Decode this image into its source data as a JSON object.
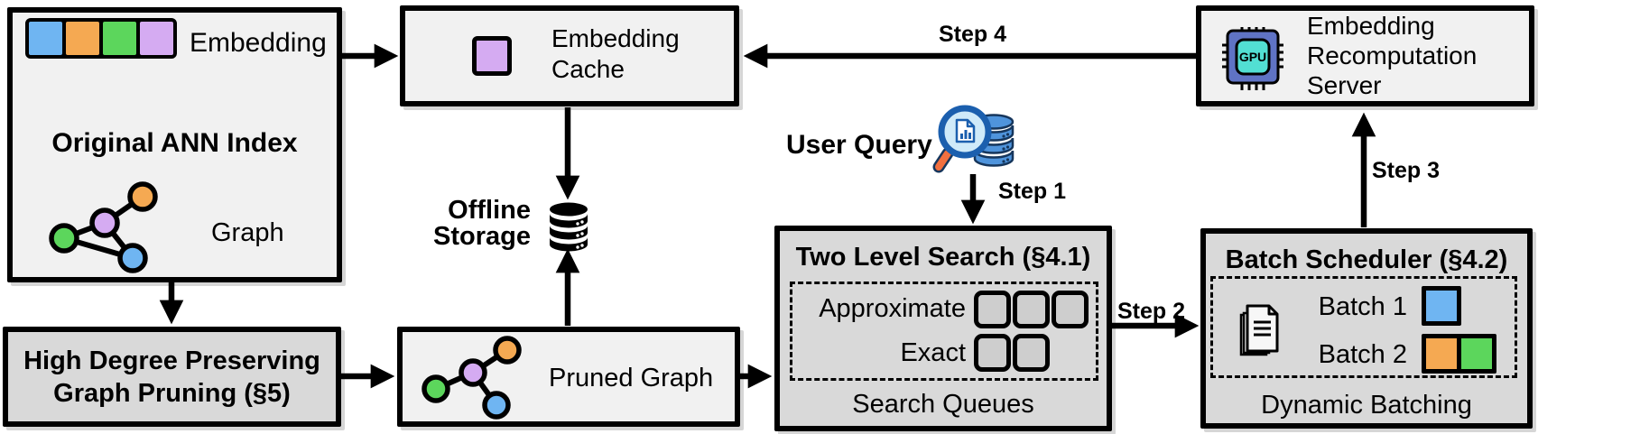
{
  "palette": {
    "blue": "#6FB5F2",
    "orange": "#F5A952",
    "green": "#5CD65C",
    "purple": "#D5ABF2",
    "box_light": "#F1F1F1",
    "box_gray": "#D9D9D9",
    "queue_square_fill": "#CECECE",
    "gpu_chip": "#5F73C4",
    "gpu_core": "#52DFD3",
    "query_db_blue": "#4F94DC",
    "magnifier_lens": "#CFEAF9",
    "magnifier_handle": "#F2703F",
    "arrow_black": "#000000"
  },
  "ann_index": {
    "title": "Original ANN Index",
    "embedding_label": "Embedding",
    "graph_label": "Graph"
  },
  "embedding_cache": {
    "line1": "Embedding",
    "line2": "Cache"
  },
  "recompute_server": {
    "line1": "Embedding",
    "line2": "Recomputation",
    "line3": "Server",
    "gpu_text": "GPU"
  },
  "offline_storage": {
    "line1": "Offline",
    "line2": "Storage"
  },
  "user_query": {
    "label": "User Query"
  },
  "two_level_search": {
    "title": "Two Level Search (§4.1)",
    "row1_label": "Approximate",
    "row2_label": "Exact",
    "caption": "Search Queues"
  },
  "batch_scheduler": {
    "title": "Batch Scheduler (§4.2)",
    "row1_label": "Batch 1",
    "row2_label": "Batch 2",
    "caption": "Dynamic Batching"
  },
  "graph_pruning": {
    "line1": "High Degree Preserving",
    "line2": "Graph Pruning (§5)"
  },
  "pruned_graph": {
    "label": "Pruned Graph"
  },
  "steps": {
    "step1": "Step 1",
    "step2": "Step 2",
    "step3": "Step 3",
    "step4": "Step 4"
  }
}
